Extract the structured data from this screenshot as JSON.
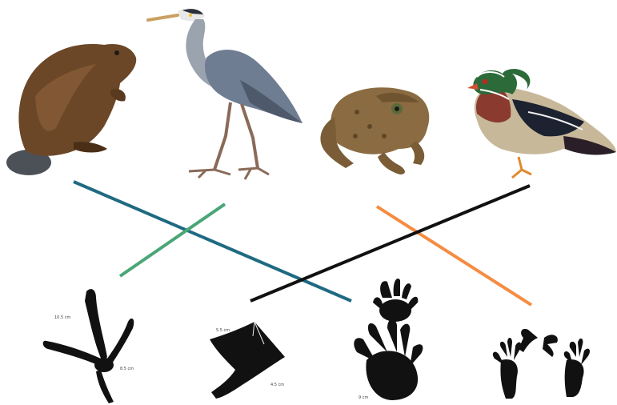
{
  "animals": [
    {
      "id": "beaver",
      "icon": "beaver-photo"
    },
    {
      "id": "heron",
      "icon": "heron-photo"
    },
    {
      "id": "toad",
      "icon": "toad-photo"
    },
    {
      "id": "wood-duck",
      "icon": "wood-duck-photo"
    }
  ],
  "tracks": [
    {
      "id": "heron-track",
      "icon": "bird-footprint-icon",
      "labels": [
        "10.5 cm",
        "8.5 cm"
      ]
    },
    {
      "id": "duck-track",
      "icon": "webbed-footprint-icon",
      "labels": [
        "5.5 cm",
        "4.5 cm"
      ]
    },
    {
      "id": "beaver-track",
      "icon": "beaver-footprint-icon",
      "labels": [
        "9 cm"
      ]
    },
    {
      "id": "toad-track",
      "icon": "toad-footprints-icon",
      "labels": []
    }
  ],
  "connections": [
    {
      "from": "beaver",
      "to": "beaver-track",
      "color": "#1f6a82"
    },
    {
      "from": "heron",
      "to": "heron-track",
      "color": "#4aa677"
    },
    {
      "from": "toad",
      "to": "toad-track",
      "color": "#f58c42"
    },
    {
      "from": "wood-duck",
      "to": "duck-track",
      "color": "#111111"
    }
  ]
}
